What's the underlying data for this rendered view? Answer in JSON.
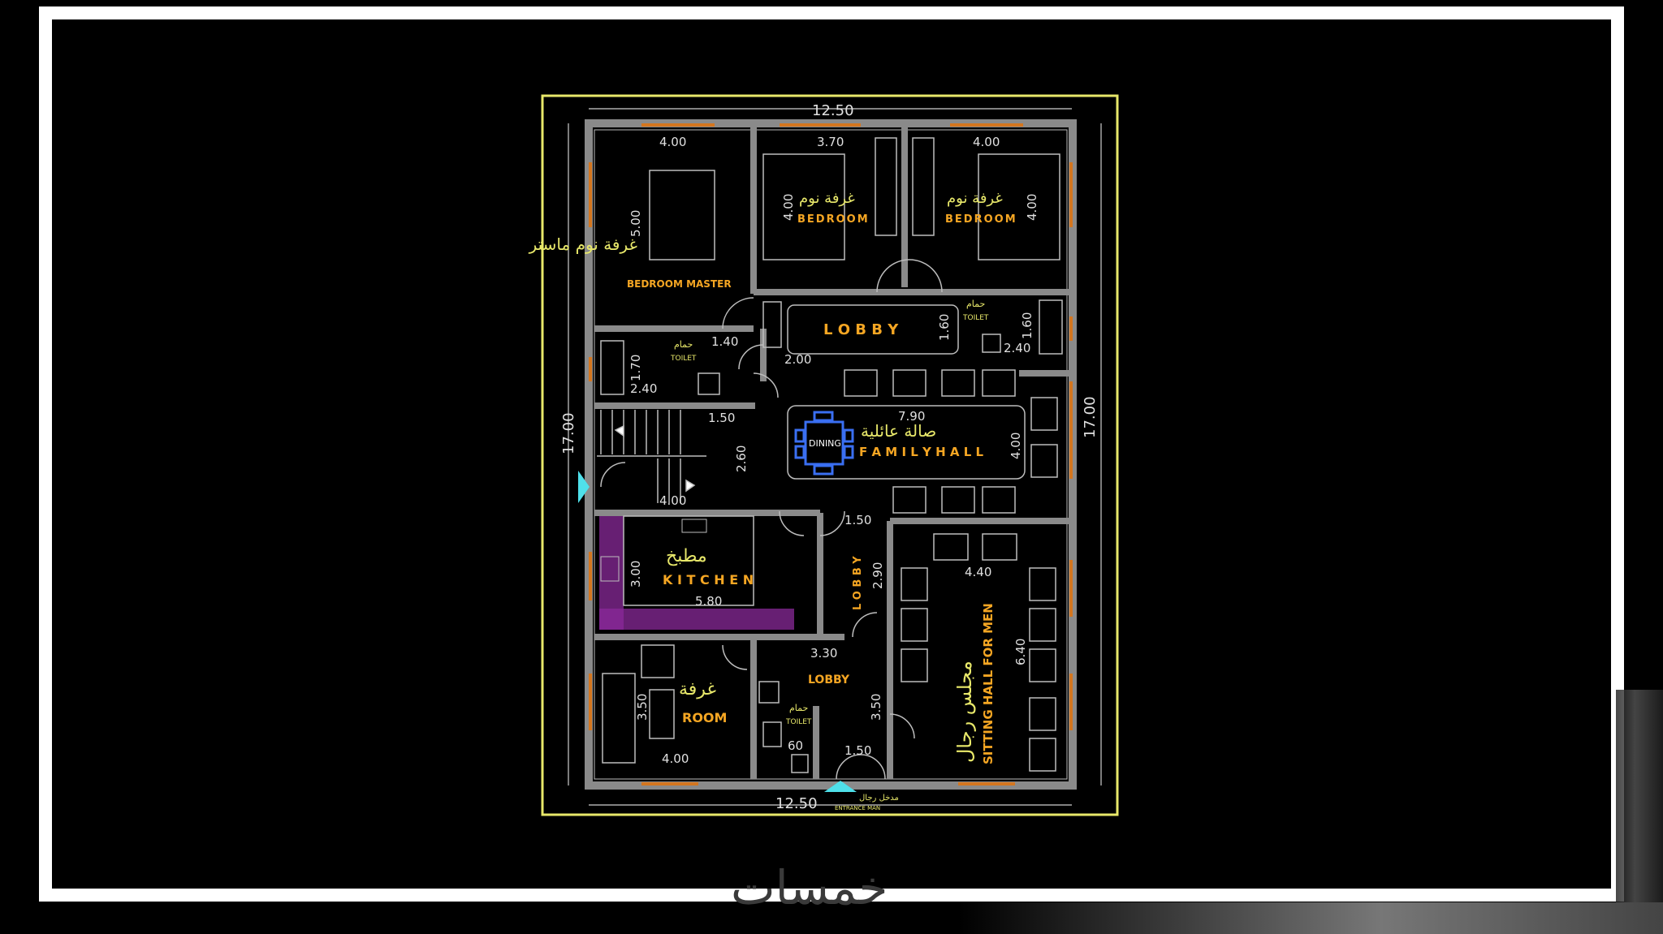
{
  "plan": {
    "overall_width": "12.50",
    "overall_width_bottom": "12.50",
    "overall_height_left": "17.00",
    "overall_height_right": "17.00",
    "colors": {
      "border": "#e8e86a",
      "wall": "#8a8a8a",
      "label": "#f5a623",
      "arabic": "#e8e86a",
      "dim": "#e0e0e0",
      "window": "#d4761f",
      "dining": "#3a6ff2",
      "kitchen": "#8a2a9a"
    },
    "rooms": {
      "master_ar": "غرفة نوم ماستر",
      "master_en": "BEDROOM  MASTER",
      "bed1_ar": "غرفة نوم",
      "bed1_en": "BEDROOM",
      "bed2_ar": "غرفة نوم",
      "bed2_en": "BEDROOM",
      "lobby1": "L O B B Y",
      "family_ar": "صالة عائلية",
      "family_en": "F A M I L Y   H A L L",
      "dining": "DINING",
      "kitchen_ar": "مطبخ",
      "kitchen_en": "K I T C H E N",
      "lobby2": "L O B B Y",
      "lobby3": "LOBBY",
      "room_ar": "غرفة",
      "room_en": "ROOM",
      "sitting_ar": "مجلس رجال",
      "sitting_en": "SITTING HALL FOR MEN",
      "toilet_ar": "حمام",
      "toilet_en": "TOILET",
      "entrance_ar": "مدخل رجال",
      "entrance_en": "ENTRANCE MAN"
    },
    "dims": {
      "d_master_w": "4.00",
      "d_master_h": "5.00",
      "d_bed1_w": "3.70",
      "d_bed1_h": "4.00",
      "d_bed2_w": "4.00",
      "d_bed2_h": "4.00",
      "d_lobby_h": "1.60",
      "d_toilet_r_h": "1.60",
      "d_toilet_r_w": "2.40",
      "d_t1_w": "1.40",
      "d_t1_h": "1.70",
      "d_t1_b": "2.40",
      "d_lobby_w": "2.00",
      "d_stair_w": "1.50",
      "d_stair_h": "2.60",
      "d_stair_b": "4.00",
      "d_family_w": "7.90",
      "d_family_h": "4.00",
      "d_lobby2_w": "1.50",
      "d_lobby2_h": "2.90",
      "d_kitchen_h": "3.00",
      "d_kitchen_w": "5.80",
      "d_sitting_w": "4.40",
      "d_sitting_h": "6.40",
      "d_lobby3_w": "3.30",
      "d_lobby3_h": "3.50",
      "d_room_h": "3.50",
      "d_room_w": "4.00",
      "d_toilet3": "60",
      "d_entrance_w": "1.50"
    }
  },
  "watermark": "خمسات"
}
